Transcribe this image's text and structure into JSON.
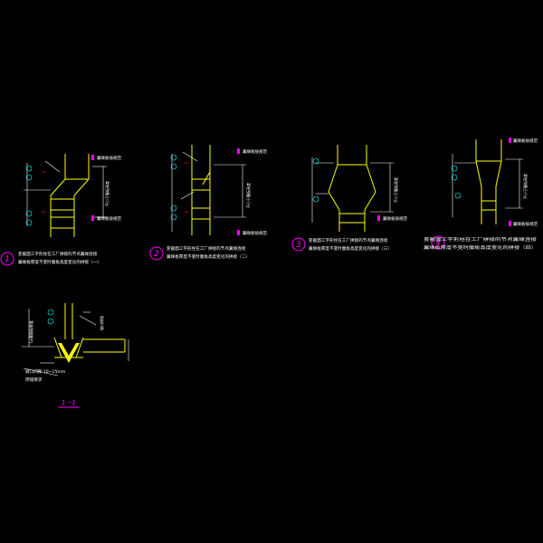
{
  "colors": {
    "background": "#000000",
    "steel": "#ffff00",
    "dimension": "#ffffff",
    "note_text": "#ffffff",
    "marker": "#ff00ff",
    "cyan_text": "#00ffff",
    "weld": "#ff0000",
    "green": "#00ff00"
  },
  "details": [
    {
      "id": "1",
      "caption_line1": "变截面工字形柱在工厂拼接的节点翼缘连接",
      "caption_line2": "翼缘板厚度不变时腹板高度变化的拼接（一）",
      "dim_label": "不小于腹板高度",
      "top_note": "翼缘板按规范",
      "bottom_note": "翼缘板按规范"
    },
    {
      "id": "2",
      "caption_line1": "变截面工字形柱在工厂拼接的节点翼缘连接",
      "caption_line2": "翼缘板厚度不变时腹板高度变化的拼接（二）",
      "dim_label": "不小于腹板高度",
      "top_note": "翼缘板按规范",
      "bottom_note": "翼缘板按规范"
    },
    {
      "id": "3",
      "caption_line1": "变截面工字形柱在工厂拼接的节点翼缘连接",
      "caption_line2": "翼缘板厚度不变时腹板高度变化的拼接（三）",
      "dim_label": "不小于腹板高度",
      "top_note": "",
      "bottom_note": "翼缘板按规范"
    },
    {
      "id": "4",
      "caption_line1": "变截面工字形柱在工厂拼接的节点翼缘连接",
      "caption_line2": "翼缘板厚度不变时腹板高度变化的拼接（四）",
      "dim_label": "不小于腹板高度",
      "top_note": "翼缘板按规范",
      "bottom_note": "翼缘板按规范"
    }
  ],
  "section": {
    "label": "1－1",
    "note_line1": "坡口间隙 10~15mm",
    "note_line2": "焊缝要求",
    "side_text": "t≥翼缘板厚度",
    "right_text": "坡口焊接"
  }
}
